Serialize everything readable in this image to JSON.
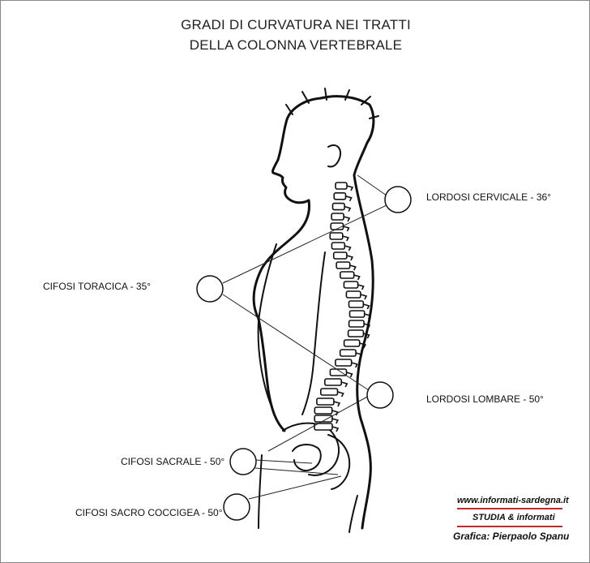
{
  "title": {
    "line1": "GRADI DI CURVATURA NEI TRATTI",
    "line2": "DELLA COLONNA VERTEBRALE"
  },
  "annotations": {
    "lordosi_cervicale": "LORDOSI CERVICALE - 36°",
    "cifosi_toracica": "CIFOSI TORACICA - 35°",
    "lordosi_lombare": "LORDOSI LOMBARE - 50°",
    "cifosi_sacrale": "CIFOSI SACRALE - 50°",
    "cifosi_sacro_coccigea": "CIFOSI SACRO COCCIGEA - 50°"
  },
  "credits": {
    "website": "www.informati-sardegna.it",
    "slogan": "STUDIA & informati",
    "author": "Grafica: Pierpaolo Spanu"
  },
  "colors": {
    "ink": "#111111",
    "accent_line": "#c62828"
  }
}
